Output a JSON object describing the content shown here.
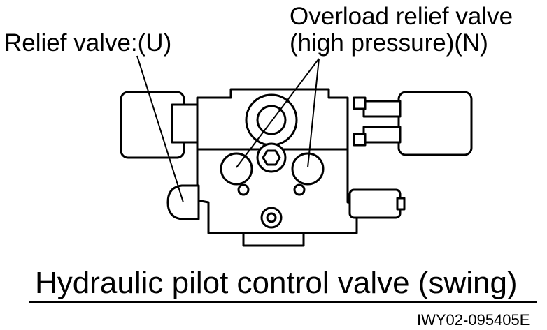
{
  "labels": {
    "relief_valve": "Relief valve:(U)",
    "overload_line1": "Overload relief valve",
    "overload_line2": "(high pressure)(N)"
  },
  "caption": "Hydraulic pilot control valve (swing)",
  "figure_code": "IWY02-095405E",
  "colors": {
    "ink": "#000000",
    "paper": "#ffffff",
    "shade": "#d9d9d9"
  }
}
